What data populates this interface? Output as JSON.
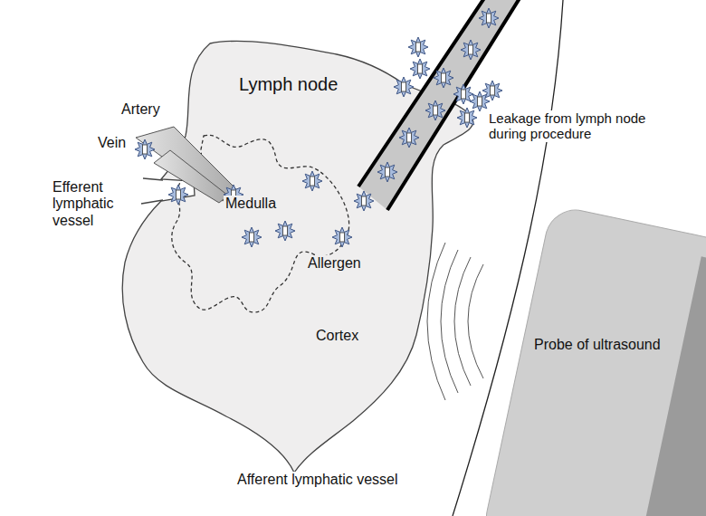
{
  "diagram": {
    "nodes": [
      {
        "text": [
          "Lymph node",
          "Cortex"
        ]
      },
      {
        "text": [
          "Medulla"
        ],
        "in": 0
      },
      {
        "text": [
          "Probe of ultrasound"
        ]
      }
    ],
    "labels": [
      "Artery",
      "Vein",
      "Efferent lymphatic vessel",
      "Allergen",
      "Leakage from lymph node during procedure",
      "Afferent lymphatic vessel"
    ]
  }
}
